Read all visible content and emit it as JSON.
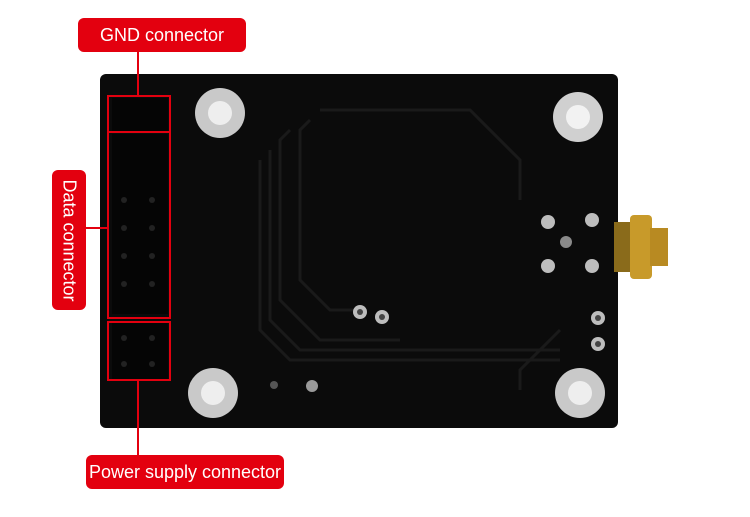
{
  "labels": {
    "gnd": "GND connector",
    "data": "Data connector",
    "power": "Power supply connector"
  },
  "colors": {
    "label_bg": "#e3000f",
    "outline": "#e3000f",
    "board": "#0b0b0b"
  }
}
